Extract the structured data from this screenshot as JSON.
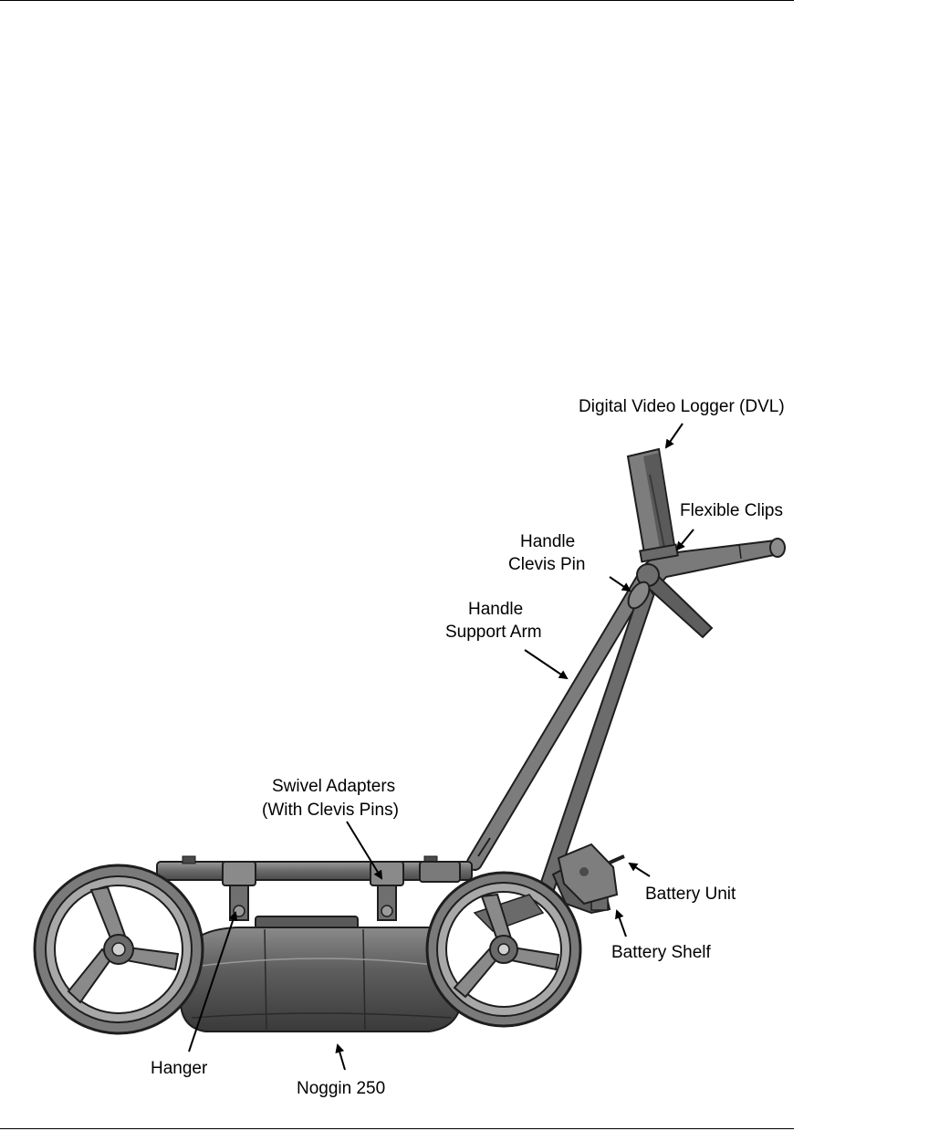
{
  "labels": {
    "dvl": "Digital Video Logger (DVL)",
    "flexible_clips": "Flexible Clips",
    "handle_clevis_pin_1": "Handle",
    "handle_clevis_pin_2": "Clevis Pin",
    "handle_support_arm_1": "Handle",
    "handle_support_arm_2": "Support Arm",
    "swivel_adapters_1": "Swivel Adapters",
    "swivel_adapters_2": "(With Clevis Pins)",
    "battery_unit": "Battery Unit",
    "battery_shelf": "Battery Shelf",
    "hanger": "Hanger",
    "noggin": "Noggin 250"
  },
  "colors": {
    "metal_dark": "#4a4a4a",
    "metal_mid": "#7a7a7a",
    "metal_light": "#a8a8a8",
    "outline": "#1e1e1e"
  }
}
